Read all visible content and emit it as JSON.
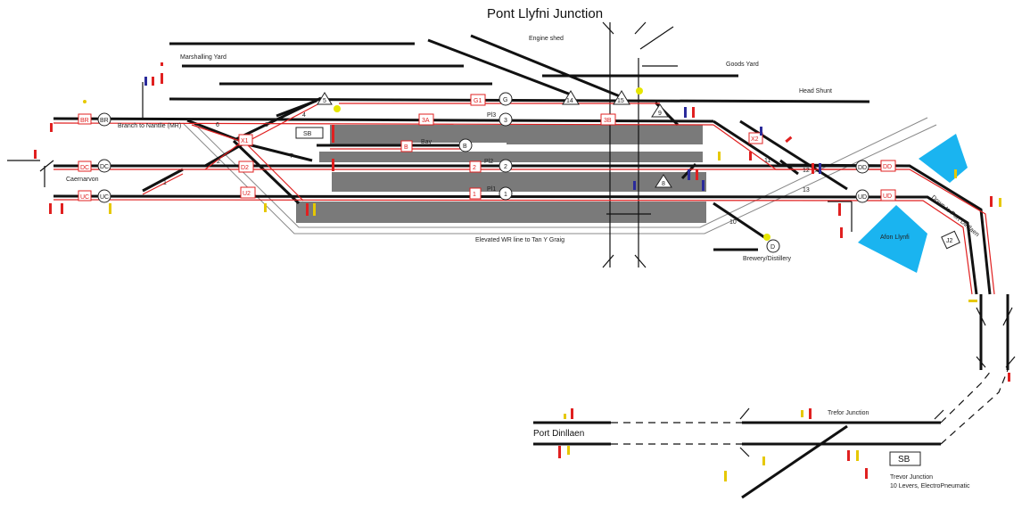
{
  "title": "Pont Llyfni Junction",
  "places": {
    "engine_shed": "Engine shed",
    "marshalling_yard": "Marshalling Yard",
    "goods_yard": "Goods Yard",
    "head_shunt": "Head Shunt",
    "branch": "Branch to Nantlle (MR)",
    "caernarvon": "Caernarvon",
    "elevated": "Elevated WR line to Tan Y Graig",
    "brewery": "Brewery/Distillery",
    "down_port": "Down to Port Dinllaen",
    "afon": "Afon Llynfi",
    "port_dinllaen": "Port Dinllaen",
    "trefor_junction": "Trefor Junction",
    "trevor_junction": "Trevor Junction",
    "trevor_levers": "10 Levers, ElectroPneumatic",
    "sb": "SB",
    "sb2": "SB",
    "bay": "Bay"
  },
  "platforms": {
    "pl1": "Pl1",
    "pl2": "Pl2",
    "pl3": "Pl3"
  },
  "circle_labels": {
    "br": "BR",
    "dc": "DC",
    "uc": "UC",
    "g": "G",
    "p3": "3",
    "b": "B",
    "p2": "2",
    "p1": "1",
    "dd": "DD",
    "ud": "UD",
    "d": "D"
  },
  "red_boxes": {
    "br": "BR",
    "dc": "DC",
    "uc": "UC",
    "g1": "G1",
    "a3": "3A",
    "b3": "3B",
    "b": "B",
    "x1": "X1",
    "d2": "D2",
    "u2": "U2",
    "r2": "2",
    "r1": "1",
    "x2": "X2",
    "dd": "DD",
    "ud": "UD"
  },
  "triangles": {
    "t5a": "5",
    "t14": "14",
    "t15": "15",
    "t9": "9",
    "t8": "8"
  },
  "points": {
    "n1": "1",
    "n2": "2",
    "n3": "3",
    "n4": "4",
    "n6": "6",
    "n7": "7",
    "n10": "10",
    "n11": "11",
    "n12": "12",
    "n13": "13",
    "j2": "J2"
  }
}
